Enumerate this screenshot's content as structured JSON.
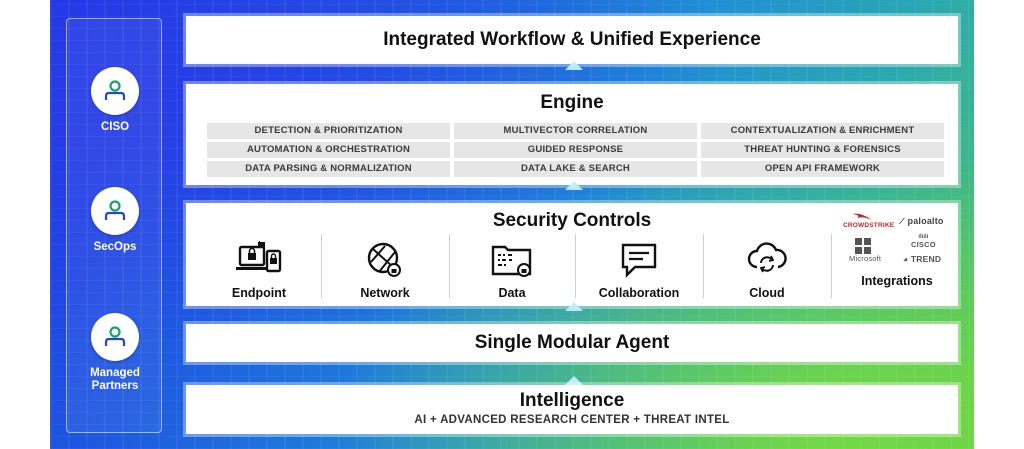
{
  "personas": [
    {
      "label": "CISO",
      "icon": "user-icon"
    },
    {
      "label": "SecOps",
      "icon": "user-icon"
    },
    {
      "label": "Managed\nPartners",
      "icon": "user-icon"
    }
  ],
  "workflow": {
    "title": "Integrated Workflow & Unified Experience"
  },
  "engine": {
    "title": "Engine",
    "capabilities": [
      "DETECTION & PRIORITIZATION",
      "MULTIVECTOR CORRELATION",
      "CONTEXTUALIZATION & ENRICHMENT",
      "AUTOMATION & ORCHESTRATION",
      "GUIDED RESPONSE",
      "THREAT HUNTING & FORENSICS",
      "DATA PARSING & NORMALIZATION",
      "DATA LAKE & SEARCH",
      "OPEN API FRAMEWORK"
    ]
  },
  "controls": {
    "title": "Security Controls",
    "items": [
      {
        "label": "Endpoint",
        "icon": "devices-lock-icon"
      },
      {
        "label": "Network",
        "icon": "network-globe-icon"
      },
      {
        "label": "Data",
        "icon": "data-folder-icon"
      },
      {
        "label": "Collaboration",
        "icon": "chat-bubble-icon"
      },
      {
        "label": "Cloud",
        "icon": "cloud-sync-icon"
      }
    ],
    "integrations": {
      "label": "Integrations",
      "vendors": [
        "CROWDSTRIKE",
        "paloalto",
        "CISCO",
        "Microsoft",
        "TREND"
      ]
    }
  },
  "agent": {
    "title": "Single Modular Agent"
  },
  "intelligence": {
    "title": "Intelligence",
    "subtitle": "AI  +  ADVANCED RESEARCH CENTER  +  THREAT INTEL"
  },
  "colors": {
    "accent_green": "#17a36b",
    "gradient_blue": "#2034e6",
    "gradient_green": "#5ac85a"
  }
}
